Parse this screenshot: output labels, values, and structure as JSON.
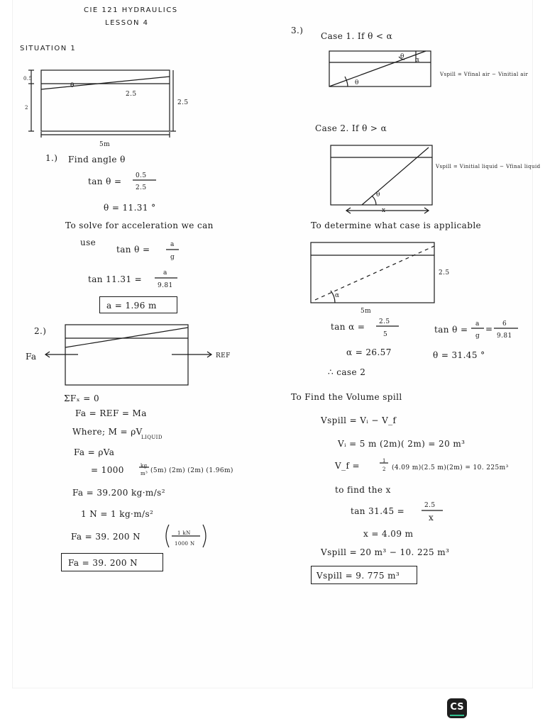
{
  "header": {
    "course": "CIE 121  HYDRAULICS",
    "lesson": "LESSON  4",
    "situation": "SITUATION  1"
  },
  "left": {
    "fig1": {
      "dim_05": "0.5",
      "dim_2": "2",
      "dim_25_in": "2.5",
      "dim_25_right": "2.5",
      "dim_5m": "5m",
      "theta": "θ"
    },
    "p1": {
      "num": "1.)",
      "find": "Find  angle  θ",
      "tan_lhs": "tan θ  =",
      "tan_num": "0.5",
      "tan_den": "2.5",
      "theta_val": "θ  =  11.31 °",
      "solve": "To solve  for  acceleration  we  can",
      "use": "use",
      "tan2_lhs": "tan θ  =",
      "tan2_num": "a",
      "tan2_den": "g",
      "tan3_lhs": "tan  11.31  =",
      "tan3_num": "a",
      "tan3_den": "9.81",
      "a_result": "a =  1.96  m"
    },
    "p2": {
      "num": "2.)",
      "fa_label": "Fa",
      "ref_label": "REF",
      "sum": "ΣFₓ = 0",
      "eq1": "Fa  =  REF  =  Ma",
      "eq2": "Where;  M  = ρV",
      "eq2_sub": "LIQUID",
      "eq3": "Fa  =  ρVa",
      "eq4_pre": "=  1000",
      "eq4_unit_num": "kg",
      "eq4_unit_den": "m³",
      "eq4_post": "(5m) (2m) (2m)  (1.96m)",
      "eq5": "Fa  =  39.200  kg·m/s²",
      "eq6": "1 N  =  1  kg·m/s²",
      "eq7": "Fa =  39.  200  N",
      "conv_num": "1 kN",
      "conv_den": "1000 N",
      "fa_result": "Fa  =  39.  200 N"
    }
  },
  "right": {
    "p3": {
      "num": "3.)",
      "case1": "Case   1.  If  θ < α",
      "case1_formula": "Vspill = Vfinal air − Vinitial air",
      "case2": "Case   2.   If   θ > α",
      "case2_formula": "Vspill = Vinitial liquid − Vfinal liquid",
      "x_label": "x",
      "theta": "θ",
      "alpha": "α",
      "determine": "To  determine   what   case  is  applicable",
      "dim_25": "2.5",
      "dim_5m": "5m",
      "tan_alpha_lhs": "tan  α  =",
      "tan_alpha_num": "2.5",
      "tan_alpha_den": "5",
      "alpha_val": "α  =  26.57",
      "tan_theta_lhs": "tan θ  =",
      "tan_theta_num1": "a",
      "tan_theta_den1": "g",
      "tan_theta_eq": "=",
      "tan_theta_num2": "6",
      "tan_theta_den2": "9.81",
      "theta_val": "θ  =  31.45 °",
      "therefore": "∴   case  2",
      "find_vol": "To   Find   the     Volume  spill",
      "v1": "Vspill  =   Vᵢ  −  V_f",
      "v2": "Vᵢ  =   5 m  (2m)( 2m)  =  20 m³",
      "v3_pre": "V_f  =",
      "v3_num": "1",
      "v3_den": "2",
      "v3_post": "(4.09 m)(2.5 m)(2m)   =   10. 225m³",
      "find_x": "to  find  the     x",
      "tan_x_lhs": "tan  31.45  =",
      "tan_x_num": "2.5",
      "tan_x_den": "x",
      "x_val": "x  =  4.09  m",
      "vspill": "Vspill   =  20 m³   −   10. 225 m³",
      "vspill_result": "Vspill   =   9. 775  m³"
    }
  },
  "badge": {
    "logo_text": "CS",
    "icon": "camscanner-logo-icon"
  }
}
